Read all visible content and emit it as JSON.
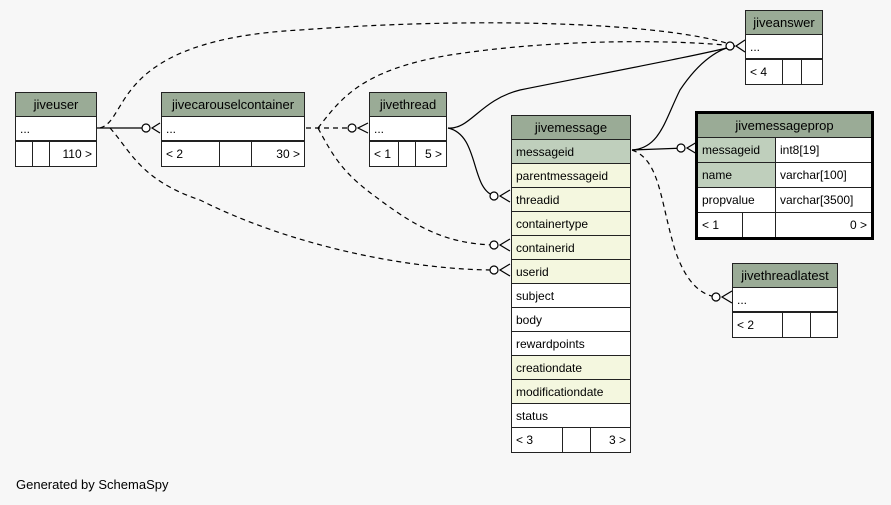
{
  "tables": {
    "jiveuser": {
      "name": "jiveuser",
      "ellipsis": "...",
      "foot": [
        "",
        "",
        "110 >"
      ]
    },
    "jivecarouselcontainer": {
      "name": "jivecarouselcontainer",
      "ellipsis": "...",
      "foot": [
        "< 2",
        "",
        "30 >"
      ]
    },
    "jivethread": {
      "name": "jivethread",
      "ellipsis": "...",
      "foot": [
        "< 1",
        "",
        "5 >"
      ]
    },
    "jivemessage": {
      "name": "jivemessage",
      "rows": [
        "messageid",
        "parentmessageid",
        "threadid",
        "containertype",
        "containerid",
        "userid",
        "subject",
        "body",
        "rewardpoints",
        "creationdate",
        "modificationdate",
        "status"
      ],
      "foot": [
        "< 3",
        "",
        "3 >"
      ]
    },
    "jiveanswer": {
      "name": "jiveanswer",
      "ellipsis": "...",
      "foot": [
        "< 4",
        "",
        ""
      ]
    },
    "jivemessageprop": {
      "name": "jivemessageprop",
      "rows": [
        [
          "messageid",
          "int8[19]"
        ],
        [
          "name",
          "varchar[100]"
        ],
        [
          "propvalue",
          "varchar[3500]"
        ]
      ],
      "foot": [
        "< 1",
        "",
        "0 >"
      ]
    },
    "jivethreadlatest": {
      "name": "jivethreadlatest",
      "ellipsis": "...",
      "foot": [
        "< 2",
        "",
        ""
      ]
    }
  },
  "footer": "Generated by SchemaSpy"
}
